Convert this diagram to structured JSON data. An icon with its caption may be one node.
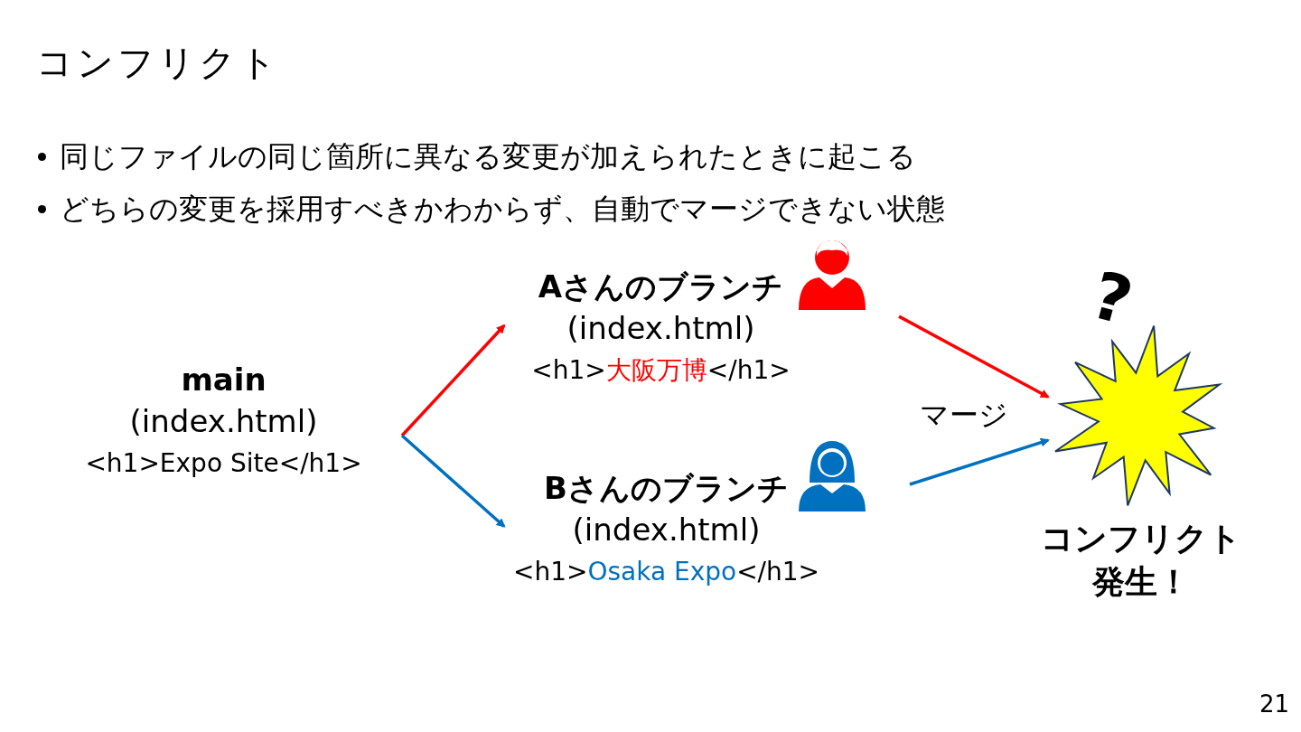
{
  "diagram": {
    "title": "コンフリクト",
    "nodes": [
      {
        "text": [
          "main",
          "(index.html)",
          "<h1>Expo Site</h1>"
        ]
      },
      {
        "text": [
          "Aさんのブランチ",
          "(index.html)",
          "<h1>大阪万博</h1>"
        ]
      },
      {
        "text": [
          "Bさんのブランチ",
          "(index.html)",
          "<h1>Osaka Expo</h1>"
        ]
      },
      {
        "text": [],
        "shape": "star",
        "beside": [
          "コンフリクト発生！"
        ]
      }
    ],
    "edges": [
      {
        "from": 0,
        "to": 1,
        "arrow": "to",
        "color": "#ff0000"
      },
      {
        "from": 0,
        "to": 2,
        "arrow": "to",
        "color": "#0070c0"
      },
      {
        "from": 1,
        "to": 3,
        "arrow": "to",
        "color": "#ff0000"
      },
      {
        "from": 2,
        "to": 3,
        "arrow": "to",
        "color": "#0070c0"
      }
    ],
    "labels": [
      "同じファイルの同じ箇所に異なる変更が加えられたときに起こる",
      "どちらの変更を採用すべきかわからず、自動でマージできない状態",
      "?",
      "マージ",
      "21"
    ]
  }
}
